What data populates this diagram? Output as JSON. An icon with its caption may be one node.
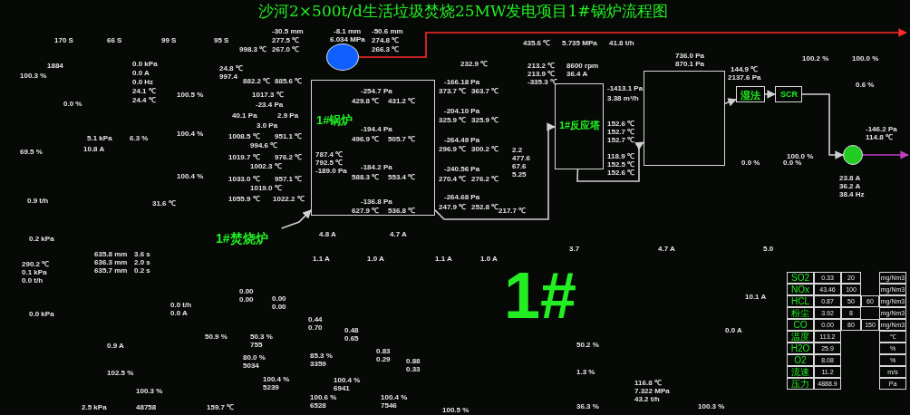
{
  "diagram": {
    "title": "沙河2×500t/d生活垃圾焚烧25MW发电项目1#锅炉流程图",
    "nodes": [
      {
        "text": [],
        "shape": "circle"
      },
      {
        "text": [
          "1#锅炉"
        ]
      },
      {
        "text": [
          "1#焚烧炉"
        ]
      },
      {
        "text": [
          "1#反应塔"
        ]
      },
      {
        "text": [],
        "shape": "box"
      },
      {
        "text": [
          "湿法"
        ]
      },
      {
        "text": [
          "SCR"
        ]
      },
      {
        "text": [],
        "shape": "circle",
        "beside": [
          "23.8 A",
          "36.2 A",
          "38.4 Hz"
        ]
      }
    ],
    "edges": [
      {
        "from": 2,
        "to": 1,
        "arrow": "to"
      },
      {
        "from": 1,
        "to": 3,
        "arrow": "to"
      },
      {
        "from": 3,
        "to": 4,
        "arrow": "to"
      },
      {
        "from": 4,
        "to": 5,
        "arrow": "to"
      },
      {
        "from": 5,
        "to": 6,
        "arrow": "to"
      },
      {
        "from": 6,
        "to": 7,
        "arrow": "to"
      },
      {
        "from": 0,
        "to": null,
        "arrow": "to",
        "color": "#ff2a2a"
      },
      {
        "from": 7,
        "to": null,
        "arrow": "to",
        "color": "#c040c0"
      }
    ],
    "labels": [
      "170 S",
      "66 S",
      "99 S",
      "95 S",
      "998.3 ℃",
      "1884",
      "100.3 %",
      "0.0 kPa",
      "0.0 A",
      "0.0 Hz",
      "24.1 ℃",
      "24.4 ℃",
      "0.0 %",
      "100.5 %",
      "100.4 %",
      "100.4 %",
      "5.1 kPa",
      "6.3 %",
      "10.8 A",
      "69.5 %",
      "24.8 ℃",
      "997.4",
      "31.6 ℃",
      "0.9 t/h",
      "0.2 kPa",
      "290.2 ℃",
      "0.1 kPa",
      "0.0 t/h",
      "635.8 mm",
      "636.3 mm",
      "635.7 mm",
      "3.6 s",
      "2.0 s",
      "0.2 s",
      "0.0 kPa",
      "0.0 t/h",
      "0.0 A",
      "0.9 A",
      "102.5 %",
      "100.3 %",
      "2.5 kPa",
      "48758",
      "159.7 ℃",
      "0.00",
      "0.00",
      "0.00",
      "0.00",
      "50.9 %",
      "50.3 %",
      "755",
      "80.0 %",
      "5034",
      "100.4 %",
      "5239",
      "0.44",
      "0.70",
      "0.48",
      "0.65",
      "0.83",
      "0.29",
      "0.88",
      "0.33",
      "85.3 %",
      "3359",
      "100.4 %",
      "6941",
      "100.6 %",
      "6528",
      "100.4 %",
      "7546",
      "100.5 %",
      "4.8 A",
      "4.7 A",
      "1.1 A",
      "1.0 A",
      "1.1 A",
      "1.0 A",
      "-30.5 mm",
      "277.5 ℃",
      "267.0 ℃",
      "-8.1 mm",
      "6.034 MPa",
      "-50.6 mm",
      "274.8 ℃",
      "266.3 ℃",
      "882.2 ℃",
      "885.6 ℃",
      "1017.3 ℃",
      "-23.4 Pa",
      "40.1 Pa",
      "2.9 Pa",
      "3.0 Pa",
      "1008.5 ℃",
      "951.1 ℃",
      "994.6 ℃",
      "1019.7 ℃",
      "976.2 ℃",
      "1002.3 ℃",
      "1033.0 ℃",
      "957.1 ℃",
      "1019.0 ℃",
      "1055.9 ℃",
      "1022.2 ℃",
      "787.4 ℃",
      "792.5 ℃",
      "-189.0 Pa",
      "-254.7 Pa",
      "429.8 ℃",
      "431.2 ℃",
      "-194.4 Pa",
      "496.9 ℃",
      "505.7 ℃",
      "-184.2 Pa",
      "588.3 ℃",
      "553.4 ℃",
      "-136.8 Pa",
      "627.9 ℃",
      "536.8 ℃",
      "232.9 ℃",
      "-166.18 Pa",
      "373.7 ℃",
      "363.7 ℃",
      "-204.10 Pa",
      "325.9 ℃",
      "325.9 ℃",
      "-264.49 Pa",
      "296.9 ℃",
      "300.2 ℃",
      "-240.56 Pa",
      "270.4 ℃",
      "276.2 ℃",
      "-264.68 Pa",
      "247.9 ℃",
      "252.8 ℃",
      "217.7 ℃",
      "2.2",
      "477.6",
      "67.6",
      "5.25",
      "435.6 ℃",
      "5.735 MPa",
      "41.8 t/h",
      "213.2 ℃",
      "213.9 ℃",
      "-335.3 ℃",
      "8600 rpm",
      "36.4 A",
      "-1413.1 Pa",
      "3.38 m³/h",
      "152.6 ℃",
      "152.7 ℃",
      "152.7 ℃",
      "118.9 ℃",
      "152.5 ℃",
      "152.6 ℃",
      "736.0 Pa",
      "870.1 Pa",
      "144.9 ℃",
      "2137.6 Pa",
      "0.0 %",
      "0.0 %",
      "100.0 %",
      "-146.2 Pa",
      "114.8 ℃",
      "100.2 %",
      "100.0 %",
      "0.6 %",
      "3.7",
      "4.7 A",
      "5.0",
      "10.1 A",
      "0.0 A",
      "50.2 %",
      "1.3 %",
      "36.3 %",
      "116.8 ℃",
      "7.322 MPa",
      "43.2 t/h",
      "100.3 %",
      "1#",
      "SO2",
      "0.33",
      "20",
      "mg/Nm3",
      "NOx",
      "43.46",
      "100",
      "mg/Nm3",
      "HCL",
      "0.87",
      "50",
      "60",
      "mg/Nm3",
      "粉尘",
      "3.92",
      "8",
      "mg/Nm3",
      "CO",
      "0.00",
      "80",
      "150",
      "mg/Nm3",
      "温度",
      "113.2",
      "℃",
      "H2O",
      "25.9",
      "%",
      "O2",
      "8.08",
      "%",
      "流速",
      "11.2",
      "m/s",
      "压力",
      "4888.9",
      "Pa"
    ]
  }
}
